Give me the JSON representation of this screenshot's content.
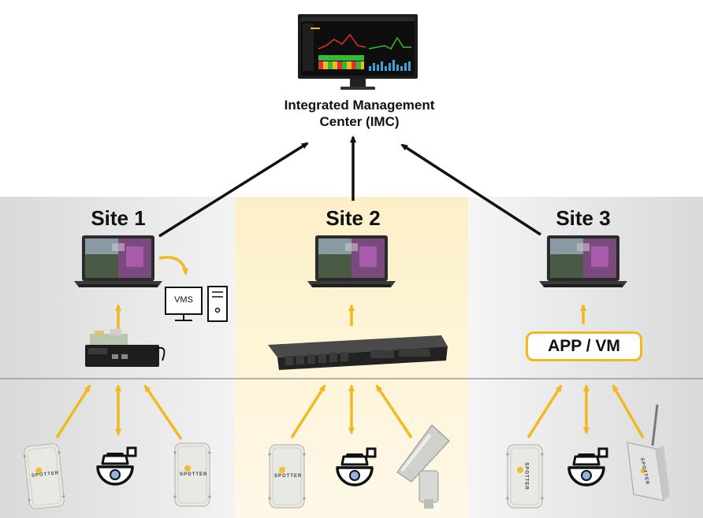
{
  "imc": {
    "line1": "Integrated Management",
    "line2": "Center (IMC)"
  },
  "sites": [
    {
      "title": "Site 1"
    },
    {
      "title": "Site 2"
    },
    {
      "title": "Site 3"
    }
  ],
  "vms_label": "VMS",
  "app_label": "APP / VM",
  "radar_brand": "SPOTTER",
  "colors": {
    "arrow_yellow": "#f2b81f",
    "band_gray": "#e4e4e4",
    "band_cream": "#fdf3d6",
    "arrow_black": "#111111",
    "camera_lens": "#8fb3e3"
  }
}
